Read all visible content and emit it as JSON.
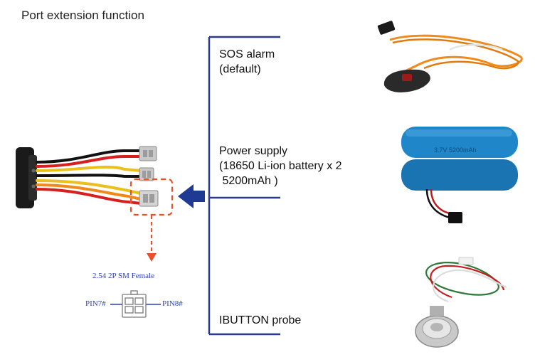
{
  "title": "Port extension function",
  "options": [
    {
      "lines": [
        "SOS alarm",
        "(default)"
      ]
    },
    {
      "lines": [
        "Power supply",
        "(18650 Li-ion battery x 2",
        " 5200mAh )"
      ]
    },
    {
      "lines": [
        "IBUTTON probe"
      ]
    }
  ],
  "connector": {
    "name": "2.54 2P SM Female",
    "pin_left": "PIN7#",
    "pin_right": "PIN8#"
  },
  "battery_print": "3.7V 5200mAh",
  "colors": {
    "bracket": "#2b3a8f",
    "arrow_blue": "#1f3a93",
    "highlight": "#e8502a",
    "battery": "#1f86c9",
    "wire_orange": "#f08a1c"
  }
}
